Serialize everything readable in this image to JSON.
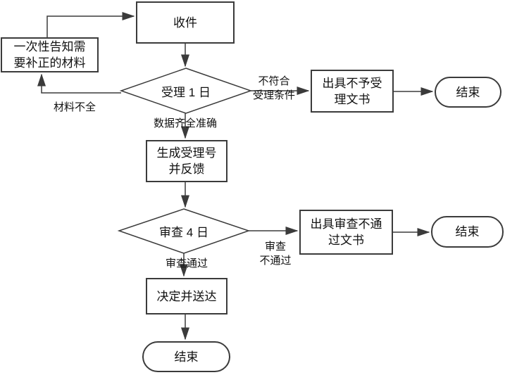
{
  "diagram": {
    "title": "acceptance-review-flowchart",
    "background_color": "#ffffff",
    "line_color": "#3b3b3b",
    "text_color": "#111111",
    "nodes": {
      "receive": {
        "label": "收件",
        "type": "process"
      },
      "notify": {
        "label": "一次性告知需\n要补正的材料",
        "type": "process"
      },
      "accept_decision": {
        "label": "受理 1 日",
        "type": "decision"
      },
      "reject_doc": {
        "label": "出具不予受\n理文书",
        "type": "process"
      },
      "end1": {
        "label": "结束",
        "type": "terminator"
      },
      "gen_number": {
        "label": "生成受理号\n并反馈",
        "type": "process"
      },
      "review_decision": {
        "label": "审查 4 日",
        "type": "decision"
      },
      "review_fail_doc": {
        "label": "出具审查不通\n过文书",
        "type": "process"
      },
      "end2": {
        "label": "结束",
        "type": "terminator"
      },
      "decide_deliver": {
        "label": "决定并送达",
        "type": "process"
      },
      "end3": {
        "label": "结束",
        "type": "terminator"
      }
    },
    "edge_labels": {
      "materials_incomplete": "材料不全",
      "data_complete": "数据齐全准确",
      "not_meet_conditions": "不符合\n受理条件",
      "review_pass": "审查通过",
      "review_fail": "审查\n不通过"
    }
  }
}
